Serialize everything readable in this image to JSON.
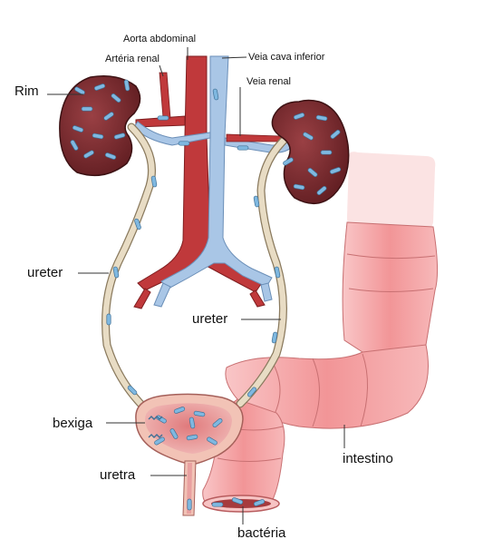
{
  "labels": {
    "aorta": "Aorta abdominal",
    "arteria_renal": "Artéria renal",
    "veia_cava": "Veia cava inferior",
    "veia_renal": "Veia renal",
    "rim": "Rim",
    "ureter_left": "ureter",
    "ureter_right": "ureter",
    "bexiga": "bexiga",
    "uretra": "uretra",
    "intestino": "intestino",
    "bacteria": "bactéria"
  },
  "colors": {
    "kidney": "#7a2a2e",
    "artery": "#c0393b",
    "vein": "#a9c6e6",
    "ureter": "#e8dcc4",
    "bladder": "#e9a0a0",
    "intestine": "#f4a3a5",
    "bacteria": "#7fb8e0"
  },
  "icons": [
    "bacteria-icon"
  ]
}
